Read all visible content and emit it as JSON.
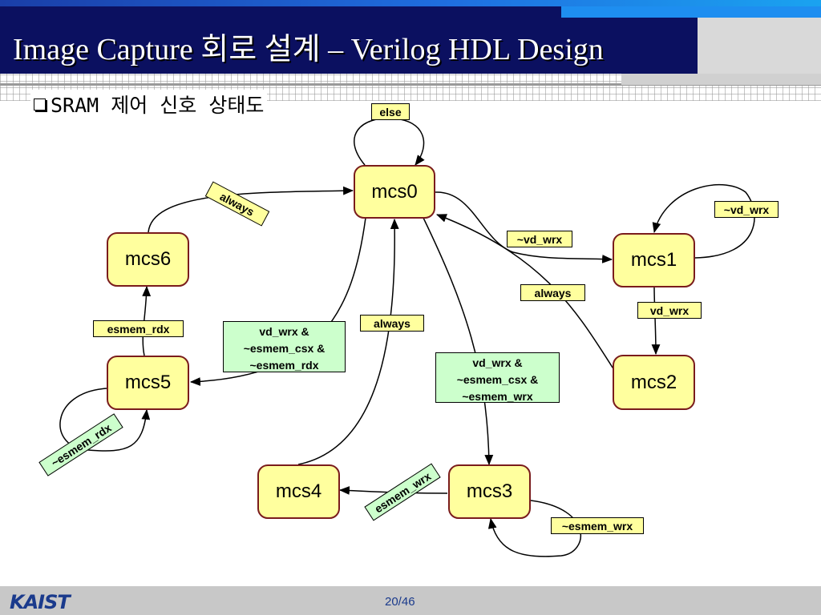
{
  "slide": {
    "title": "Image Capture 회로 설계 – Verilog HDL Design",
    "subtitle": "SRAM 제어 신호 상태도",
    "logo": "KAIST",
    "page": "20/46"
  },
  "states": {
    "mcs0": "mcs0",
    "mcs1": "mcs1",
    "mcs2": "mcs2",
    "mcs3": "mcs3",
    "mcs4": "mcs4",
    "mcs5": "mcs5",
    "mcs6": "mcs6"
  },
  "transitions": {
    "mcs0_self": "else",
    "mcs0_to_mcs1": "~vd_wrx",
    "mcs1_self": "~vd_wrx",
    "mcs1_to_mcs2": "vd_wrx",
    "mcs2_to_mcs0": "always",
    "mcs0_to_mcs3": [
      "vd_wrx &",
      "~esmem_csx &",
      "~esmem_wrx"
    ],
    "mcs3_self": "~esmem_wrx",
    "mcs3_to_mcs4": "esmem_wrx",
    "mcs4_to_mcs0": "always",
    "mcs0_to_mcs5": [
      "vd_wrx &",
      "~esmem_csx &",
      "~esmem_rdx"
    ],
    "mcs5_self": "~esmem_rdx",
    "mcs5_to_mcs6": "esmem_rdx",
    "mcs6_to_mcs0": "always"
  },
  "colors": {
    "header": "#0b1060",
    "state_fill": "#ffff9e",
    "state_border": "#7a1c1c",
    "condition_fill": "#ccffcc"
  }
}
